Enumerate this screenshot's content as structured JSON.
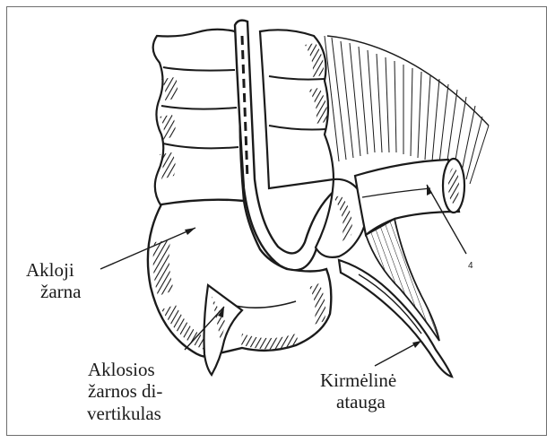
{
  "labels": {
    "cecum_line1": "Akloji",
    "cecum_line2": "žarna",
    "diverticulum_line1": "Aklosios",
    "diverticulum_line2": "žarnos di-",
    "diverticulum_line3": "vertikulas",
    "appendix_line1": "Kirmėlinė",
    "appendix_line2": "atauga",
    "marker_4": "4"
  },
  "colors": {
    "ink": "#1b1b1b",
    "frame": "#6e6e6e",
    "background": "#ffffff"
  }
}
